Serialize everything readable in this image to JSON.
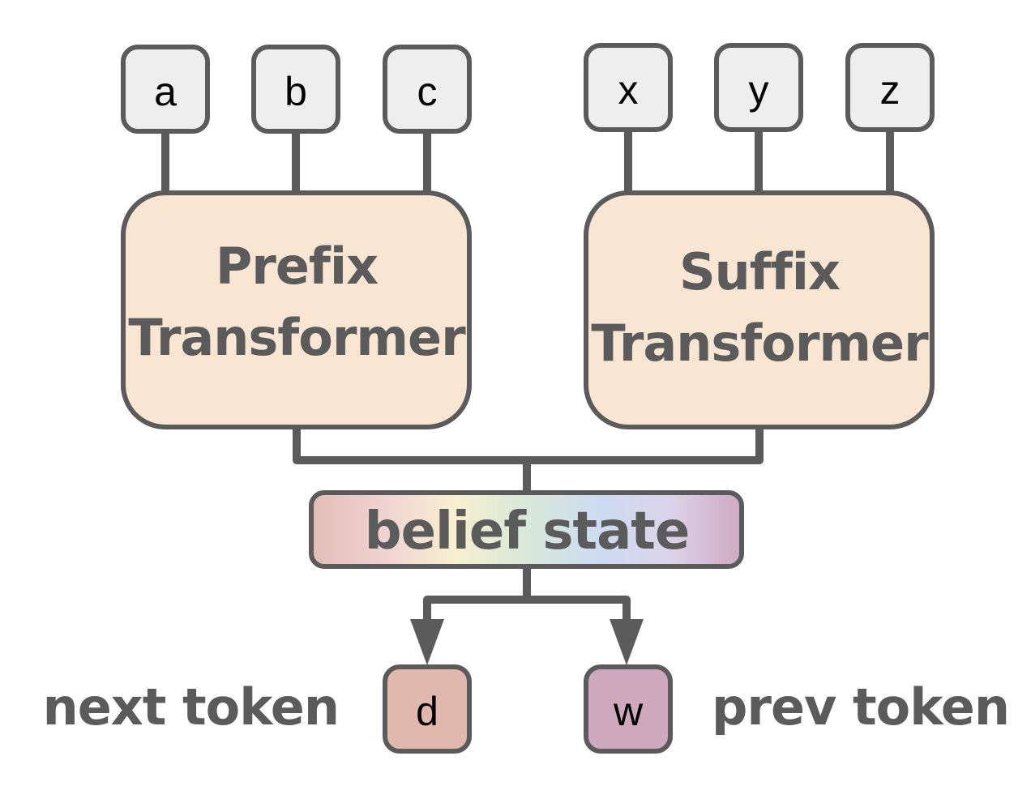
{
  "diagram": {
    "prefix_inputs": [
      {
        "label": "a"
      },
      {
        "label": "b"
      },
      {
        "label": "c"
      }
    ],
    "suffix_inputs": [
      {
        "label": "x"
      },
      {
        "label": "y"
      },
      {
        "label": "z"
      }
    ],
    "prefix_block": {
      "line1": "Prefix",
      "line2": "Transformer"
    },
    "suffix_block": {
      "line1": "Suffix",
      "line2": "Transformer"
    },
    "belief_state": {
      "label": "belief state",
      "gradient_colors": [
        "#e2bdb7",
        "#f0d2d2",
        "#f8f0d0",
        "#d8e8d8",
        "#cddcf2",
        "#dcd4ea",
        "#cfa9c2"
      ]
    },
    "outputs": {
      "next": {
        "token": "d",
        "caption": "next token"
      },
      "prev": {
        "token": "w",
        "caption": "prev token"
      }
    },
    "colors": {
      "stroke": "#5b5b5b",
      "token_fill": "#eeeeee",
      "transformer_fill": "#f8e6d3",
      "next_token_fill": "#e0b8ad",
      "prev_token_fill": "#cea8bd",
      "text_dark": "#5b5b5b"
    }
  }
}
